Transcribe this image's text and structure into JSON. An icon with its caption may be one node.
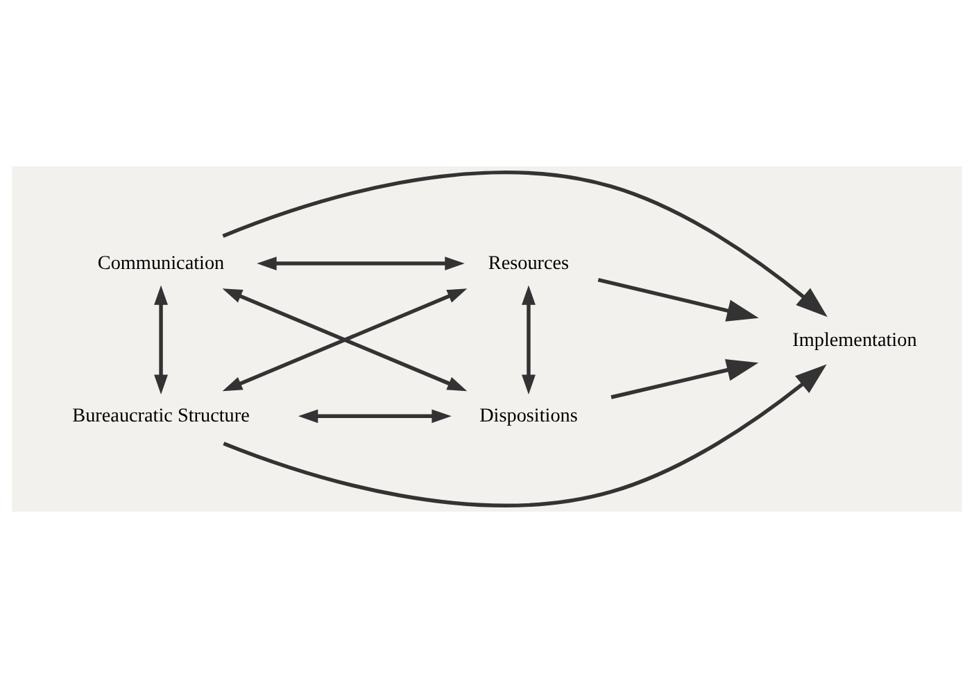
{
  "diagram": {
    "nodes": [
      {
        "text": [
          "Communication"
        ]
      },
      {
        "text": [
          "Resources"
        ]
      },
      {
        "text": [
          "Dispositions"
        ]
      },
      {
        "text": [
          "Bureaucratic Structure"
        ]
      },
      {
        "text": [
          "Implementation"
        ]
      }
    ],
    "edges": [
      {
        "from": 0,
        "to": 4,
        "arrow": "to"
      },
      {
        "from": 0,
        "to": 1,
        "arrow": "both"
      },
      {
        "from": 0,
        "to": 3,
        "arrow": "both"
      },
      {
        "from": 0,
        "to": 2,
        "arrow": "both"
      },
      {
        "from": 3,
        "to": 1,
        "arrow": "both"
      },
      {
        "from": 1,
        "to": 4,
        "arrow": "to"
      },
      {
        "from": 1,
        "to": 2,
        "arrow": "both"
      },
      {
        "from": 2,
        "to": 4,
        "arrow": "to"
      },
      {
        "from": 3,
        "to": 2,
        "arrow": "both"
      },
      {
        "from": 3,
        "to": 4,
        "arrow": "to"
      }
    ]
  }
}
